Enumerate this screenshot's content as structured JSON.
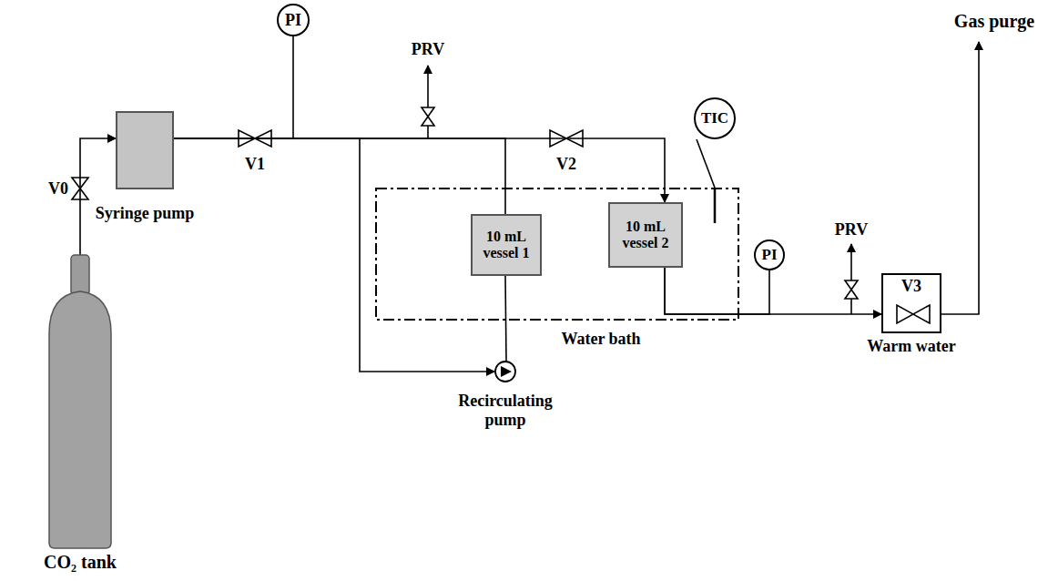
{
  "diagram": {
    "nodes": [
      {
        "text": [
          "CO₂ tank"
        ]
      },
      {
        "text": [
          "Syringe pump"
        ]
      },
      {
        "text": [
          "PI"
        ]
      },
      {
        "text": [
          "Water bath"
        ]
      },
      {
        "text": [
          "10 mL vessel 1"
        ],
        "in": 3
      },
      {
        "text": [
          "10 mL vessel 2"
        ],
        "in": 3
      },
      {
        "text": [
          "TIC"
        ]
      },
      {
        "text": [
          "PI"
        ]
      },
      {
        "text": [
          "Recirculating pump"
        ]
      },
      {
        "text": [
          "V3",
          "Warm water"
        ]
      }
    ],
    "edges": [
      {
        "from": 0,
        "to": 1,
        "arrow": "to"
      },
      {
        "from": 1,
        "to": 2,
        "arrow": "none"
      },
      {
        "from": 1,
        "to": 5,
        "arrow": "to"
      },
      {
        "from": 1,
        "to": 4,
        "arrow": "none"
      },
      {
        "from": 1,
        "to": 8,
        "arrow": "to"
      },
      {
        "from": 8,
        "to": 4,
        "arrow": "none"
      },
      {
        "from": 6,
        "to": 3,
        "arrow": "none"
      },
      {
        "from": 5,
        "to": 7,
        "arrow": "none"
      },
      {
        "from": 5,
        "to": 9,
        "arrow": "to"
      }
    ],
    "labels": [
      "V0",
      "V1",
      "PRV",
      "V2",
      "PRV",
      "Gas purge"
    ]
  }
}
